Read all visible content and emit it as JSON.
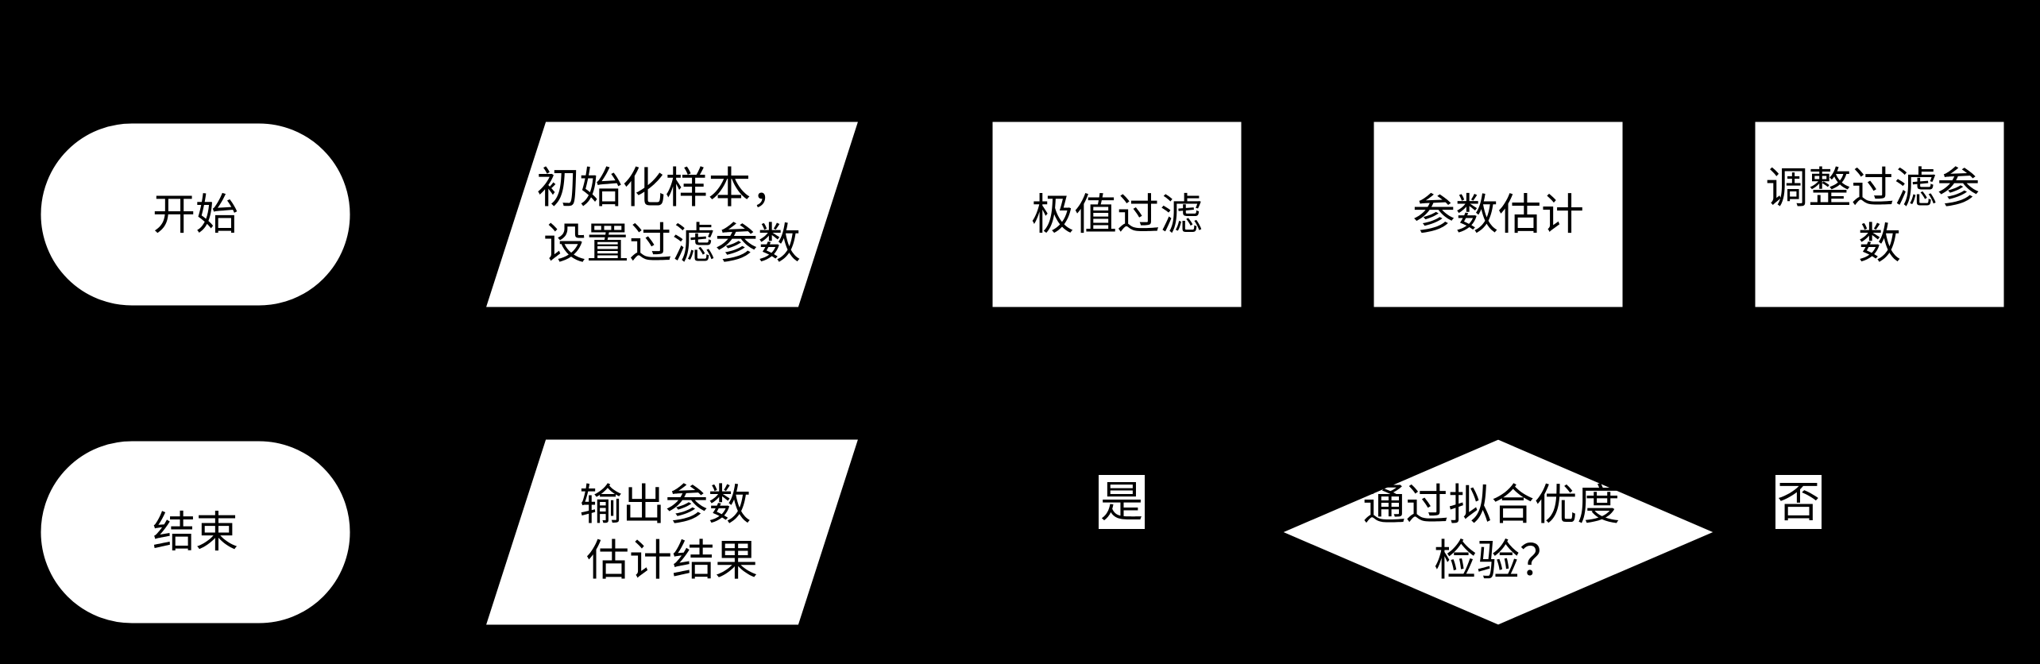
{
  "flowchart": {
    "start": {
      "label": "开始"
    },
    "init": {
      "label_lines": [
        "初始化样本，",
        "设置过滤参数"
      ]
    },
    "filter": {
      "label": "极值过滤"
    },
    "estimate": {
      "label": "参数估计"
    },
    "adjust": {
      "label_lines": [
        "调整过滤参",
        "数"
      ]
    },
    "test": {
      "label_lines": [
        "通过拟合优度",
        "检验？"
      ]
    },
    "output": {
      "label_lines": [
        "输出参数",
        "估计结果"
      ]
    },
    "end": {
      "label": "结束"
    },
    "branch_yes": "是",
    "branch_no": "否"
  },
  "colors": {
    "background": "#000000",
    "node_fill": "#ffffff",
    "text": "#000000"
  }
}
